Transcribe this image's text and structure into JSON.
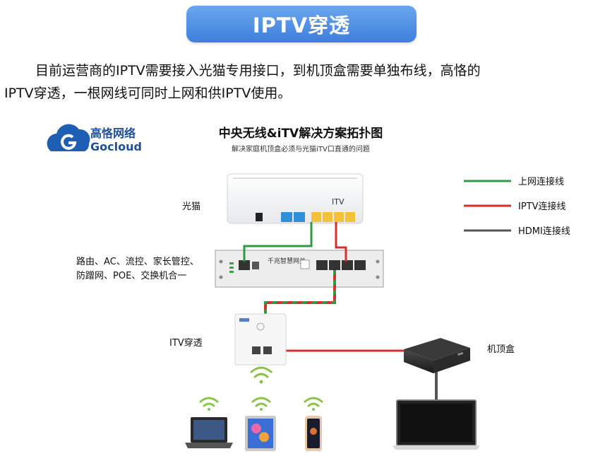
{
  "header": {
    "title": "IPTV穿透"
  },
  "intro": {
    "line1": "目前运营商的IPTV需要接入光猫专用接口，到机顶盒需要单独布线，高恪的",
    "line2": "IPTV穿透，一根网线可同时上网和供IPTV使用。"
  },
  "logo": {
    "cn": "高恪网络",
    "en": "Gocloud"
  },
  "diagram": {
    "title": "中央无线&iTV解决方案拓扑图",
    "subtitle": "解决家庭机顶盒必须与光猫iTV口直通的问题",
    "labels": {
      "modem": "光猫",
      "itv_port": "ITV",
      "router_line1": "路由、AC、流控、家长管控、",
      "router_line2": "防蹭网、POE、交换机合一",
      "panel": "ITV穿透",
      "stb": "机顶盒",
      "router_badge": "千兆智慧网关"
    }
  },
  "legend": [
    {
      "label": "上网连接线",
      "color": "#2e9b44"
    },
    {
      "label": "IPTV连接线",
      "color": "#d32f2f"
    },
    {
      "label": "HDMI连接线",
      "color": "#555555"
    }
  ],
  "colors": {
    "wifi": "#8bc34a",
    "port_blue": "#2f8fd8",
    "port_yellow": "#f2c23a"
  }
}
